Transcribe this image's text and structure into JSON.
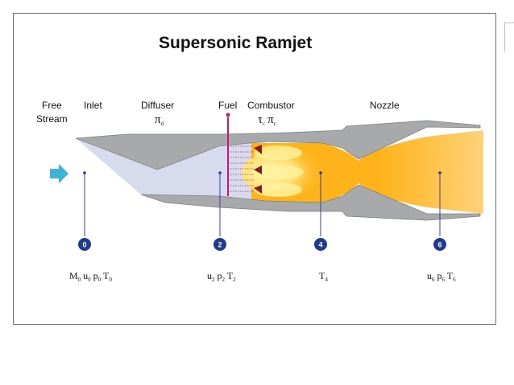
{
  "title": "Supersonic Ramjet",
  "labels": {
    "free_stream": [
      "Free",
      "Stream"
    ],
    "inlet": "Inlet",
    "diffuser": "Diffuser",
    "diffuser_symbol": "π",
    "diffuser_symbol_sub": "d",
    "fuel": "Fuel",
    "combustor": "Combustor",
    "combustor_symbol_1": "τ",
    "combustor_symbol_1_sub": "c",
    "combustor_symbol_2": "π",
    "combustor_symbol_2_sub": "c",
    "nozzle": "Nozzle"
  },
  "stations": [
    {
      "number": "0",
      "vars": [
        [
          "M",
          "0"
        ],
        [
          "u",
          "0"
        ],
        [
          "p",
          "0"
        ],
        [
          "T",
          "0"
        ]
      ]
    },
    {
      "number": "2",
      "vars": [
        [
          "u",
          "2"
        ],
        [
          "p",
          "2"
        ],
        [
          "T",
          "2"
        ]
      ]
    },
    {
      "number": "4",
      "vars": [
        [
          "T",
          "4"
        ]
      ]
    },
    {
      "number": "6",
      "vars": [
        [
          "u",
          "6"
        ],
        [
          "p",
          "6"
        ],
        [
          "T",
          "6"
        ]
      ]
    }
  ],
  "colors": {
    "casing": "#a7a9ab",
    "casing_stroke": "#7d7f81",
    "inlet_flow": "#d6dcee",
    "station_circle": "#1f3a8f",
    "station_line": "#3a3fa0",
    "fuel": "#c2187a",
    "flame_core": "#ffe97a",
    "flame_outer": "#ffb31a",
    "freestream_arrow": "#3eb3d3"
  }
}
